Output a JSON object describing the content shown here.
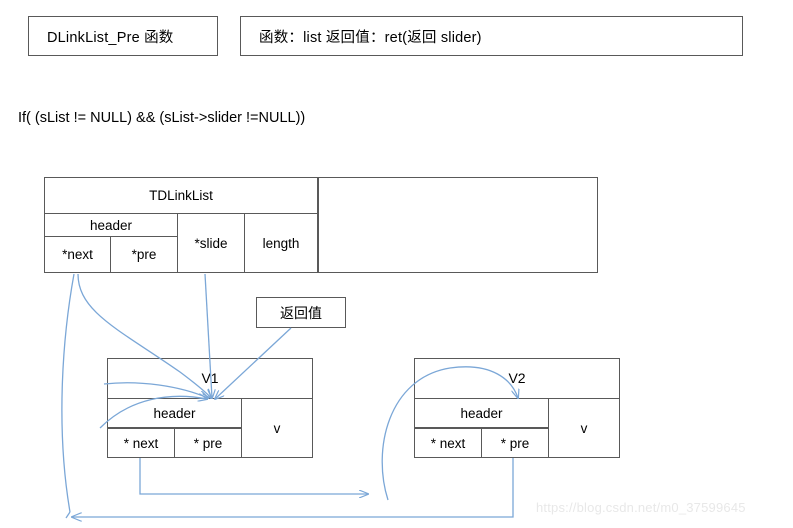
{
  "header": {
    "function_box": {
      "label": "DLinkList_Pre 函数"
    },
    "signature_box": {
      "label": "函数：list   返回值：ret(返回 slider)"
    }
  },
  "condition": {
    "text": "If( (sList != NULL) && (sList->slider !=NULL))"
  },
  "struct_table": {
    "title": "TDLinkList",
    "group_label": "header",
    "columns": [
      "*next",
      "*pre",
      "*slide",
      "length"
    ]
  },
  "return_label": {
    "text": "返回值"
  },
  "nodes": [
    {
      "title": "V1",
      "group_label": "header",
      "value_label": "v",
      "pointers": [
        "* next",
        "* pre"
      ]
    },
    {
      "title": "V2",
      "group_label": "header",
      "value_label": "v",
      "pointers": [
        "* next",
        "* pre"
      ]
    }
  ],
  "watermark": {
    "text": "https://blog.csdn.net/m0_37599645"
  },
  "colors": {
    "border": "#595959",
    "arrow": "#7BA7D7",
    "text": "#000000",
    "watermark": "#e8e8e8",
    "background": "#ffffff"
  }
}
